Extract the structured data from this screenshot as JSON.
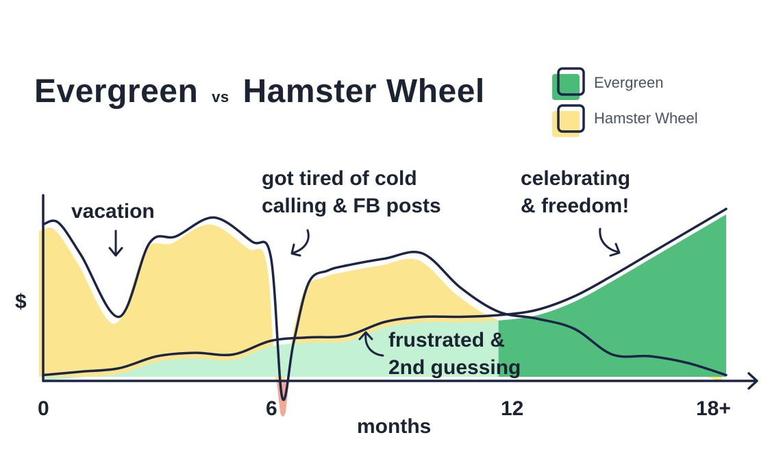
{
  "title": {
    "part1": "Evergreen",
    "vs": "vs",
    "part2": "Hamster Wheel"
  },
  "legend": [
    {
      "label": "Evergreen",
      "color": "#4bbb78"
    },
    {
      "label": "Hamster Wheel",
      "color": "#fbe58f"
    }
  ],
  "annotations": {
    "vacation": "vacation",
    "tired": "got tired of cold\ncalling & FB posts",
    "celebrating": "celebrating\n& freedom!",
    "frustrated": "frustrated &\n2nd guessing"
  },
  "colors": {
    "line": "#1c2545",
    "evergreen": "#4bbb78",
    "evergreen_light": "#c3f1d3",
    "hamster": "#fbe58f",
    "drop": "#f1a897"
  },
  "chart_data": {
    "type": "area",
    "xlabel": "months",
    "ylabel": "$",
    "x_ticks": [
      "0",
      "6",
      "12",
      "18+"
    ],
    "xlim": [
      0,
      18
    ],
    "ylim": [
      -0.15,
      1.05
    ],
    "y_ticks_shown": false,
    "series": [
      {
        "name": "Evergreen",
        "x": [
          0,
          1,
          2,
          3,
          4,
          5,
          6,
          7,
          8,
          9,
          10,
          11,
          12,
          13,
          14,
          15,
          16,
          17,
          18
        ],
        "values": [
          0.01,
          0.03,
          0.05,
          0.12,
          0.14,
          0.13,
          0.21,
          0.23,
          0.24,
          0.32,
          0.35,
          0.35,
          0.36,
          0.39,
          0.47,
          0.59,
          0.72,
          0.85,
          0.98
        ]
      },
      {
        "name": "Hamster Wheel",
        "x": [
          0,
          0.4,
          1,
          2,
          2.8,
          3.5,
          4.5,
          5.5,
          6,
          6.3,
          6.6,
          7,
          7.5,
          8,
          9,
          10,
          11,
          12,
          13,
          14,
          15,
          16,
          17,
          18
        ],
        "values": [
          0.89,
          0.9,
          0.71,
          0.35,
          0.78,
          0.82,
          0.93,
          0.79,
          0.7,
          -0.12,
          0.2,
          0.55,
          0.62,
          0.65,
          0.69,
          0.72,
          0.52,
          0.38,
          0.34,
          0.28,
          0.13,
          0.12,
          0.08,
          0.01
        ]
      }
    ]
  }
}
